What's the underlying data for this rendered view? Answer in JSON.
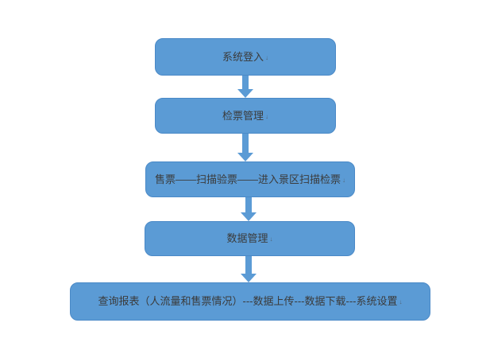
{
  "colors": {
    "box-fill": "#5b9bd5",
    "box-border": "#4a89c7",
    "arrow": "#5b9bd5",
    "text": "#3b3b3b",
    "background": "#ffffff"
  },
  "flowchart": {
    "linebreak_mark": "↓",
    "nodes": [
      {
        "label": "系统登入"
      },
      {
        "label": "检票管理"
      },
      {
        "label": "售票——扫描验票——进入景区扫描检票"
      },
      {
        "label": "数据管理"
      },
      {
        "label": "查询报表（人流量和售票情况）---数据上传---数据下载---系统设置"
      }
    ]
  }
}
